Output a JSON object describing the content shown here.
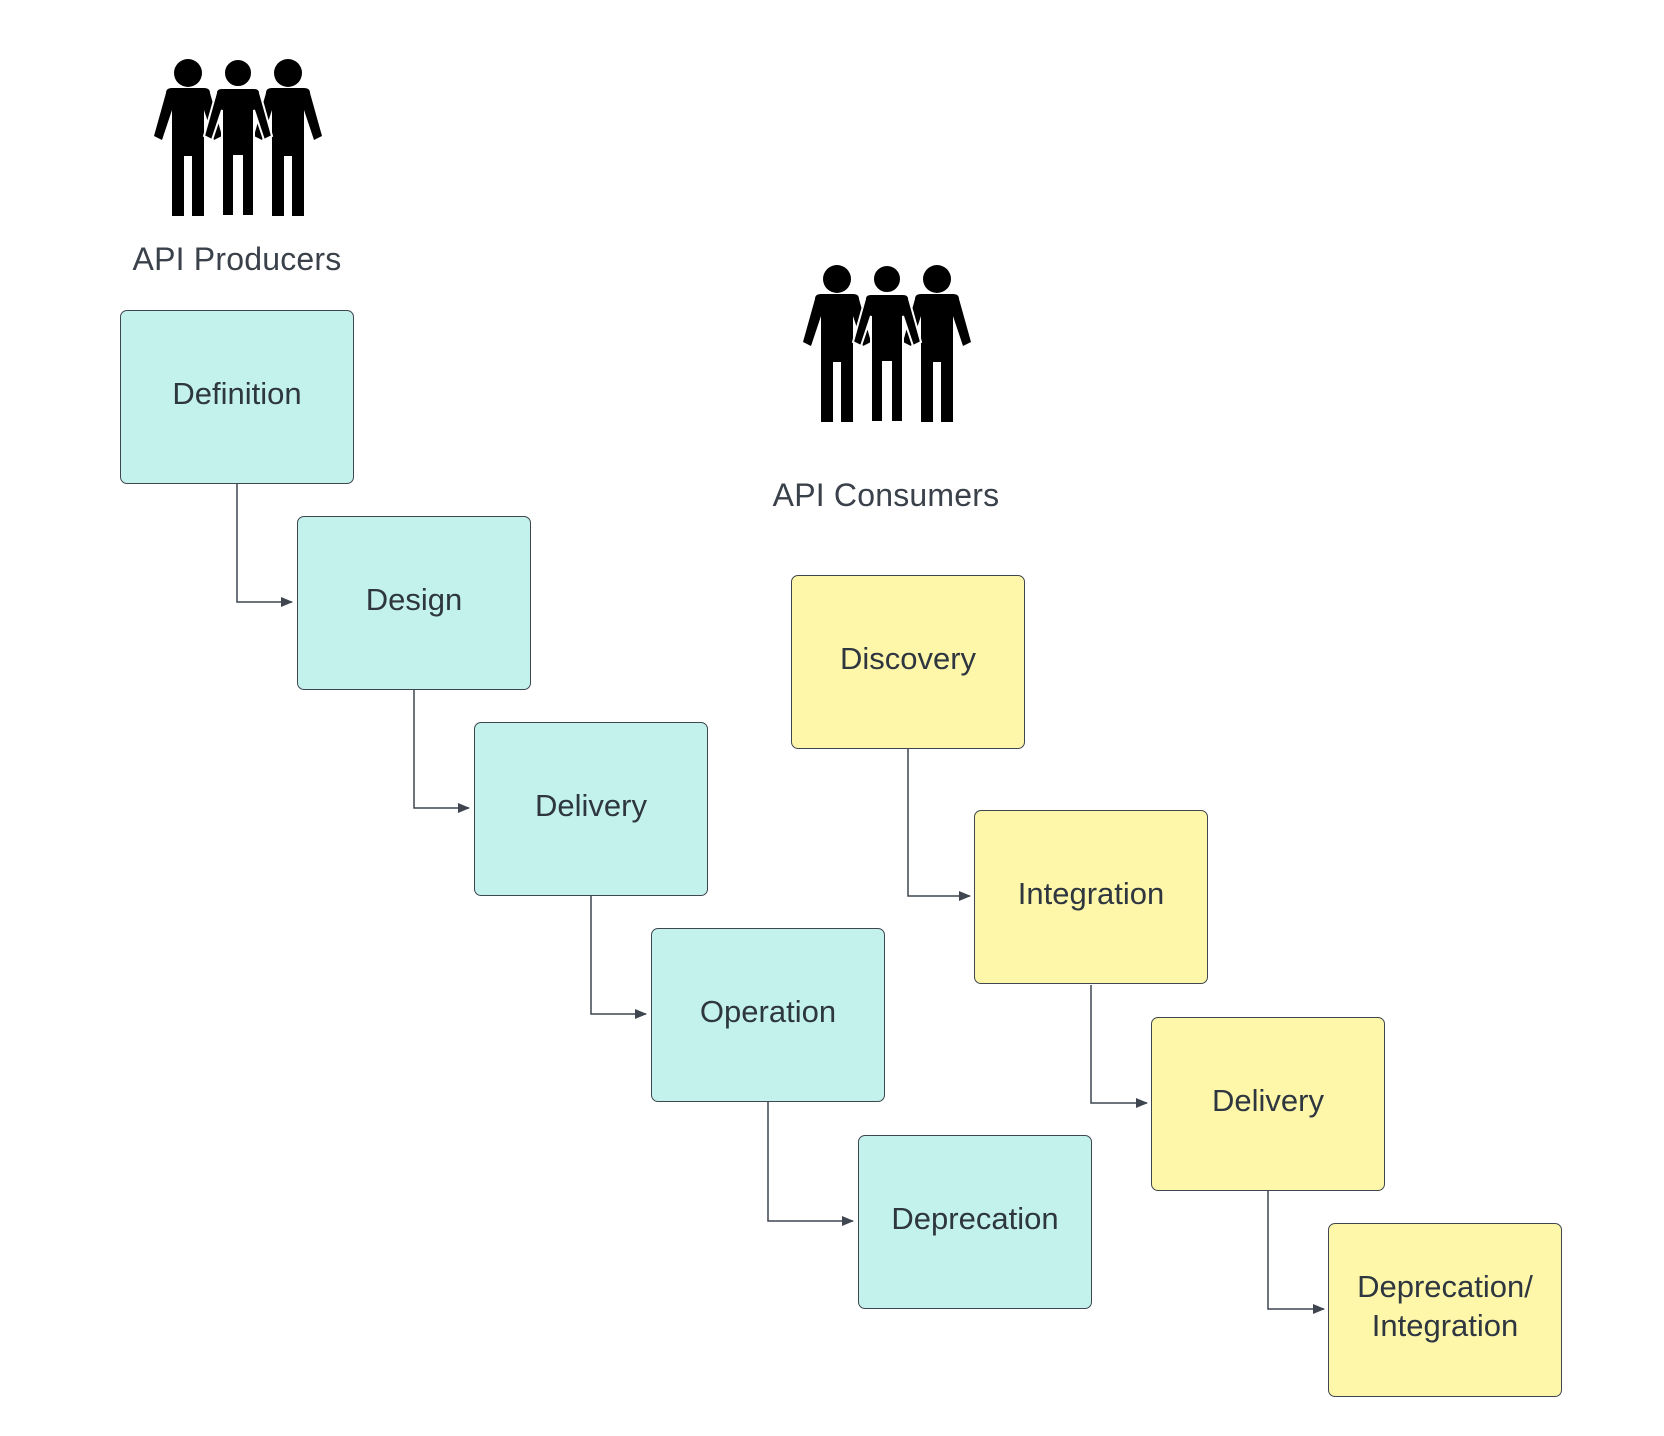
{
  "producers": {
    "label": "API Producers",
    "icon": "group-of-people-icon",
    "color": "#c3f1ec",
    "steps": [
      "Definition",
      "Design",
      "Delivery",
      "Operation",
      "Deprecation"
    ]
  },
  "consumers": {
    "label": "API Consumers",
    "icon": "group-of-people-icon",
    "color": "#fef6a9",
    "steps": [
      "Discovery",
      "Integration",
      "Delivery",
      "Deprecation/\nIntegration"
    ]
  },
  "connector_color": "#3f4650"
}
